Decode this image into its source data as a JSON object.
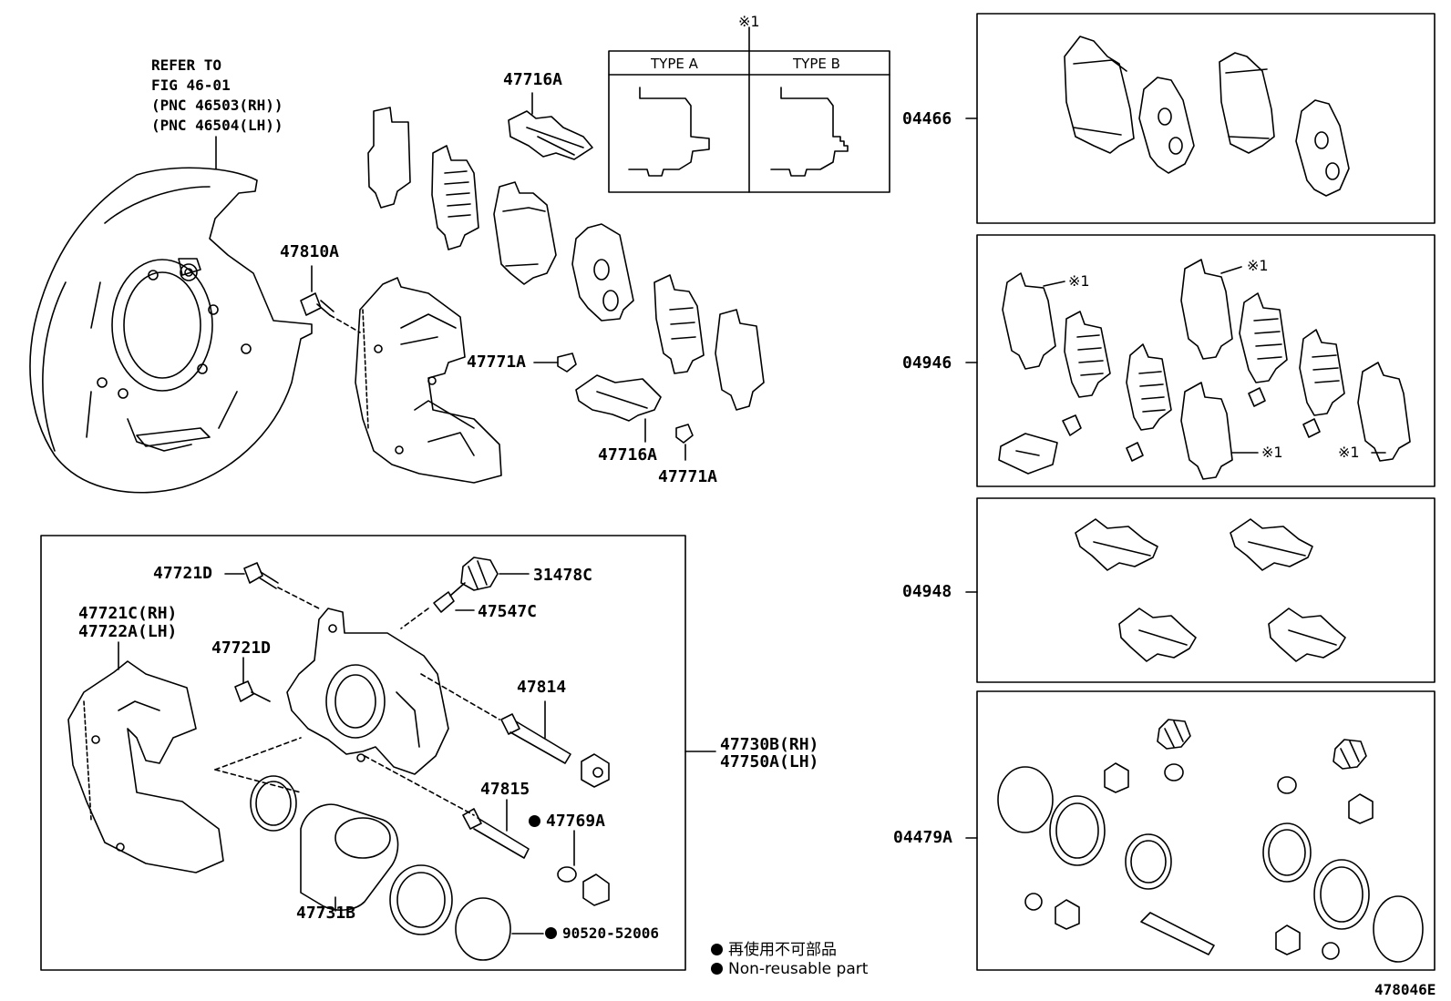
{
  "reference": {
    "line1": "REFER TO",
    "line2": "FIG 46-01",
    "line3": "(PNC 46503(RH))",
    "line4": "(PNC 46504(LH))"
  },
  "type_table": {
    "marker": "※1",
    "col_a": "TYPE A",
    "col_b": "TYPE B"
  },
  "labels": {
    "p47716A_top": "47716A",
    "p47810A": "47810A",
    "p47771A_left": "47771A",
    "p47716A_bottom": "47716A",
    "p47771A_bottom": "47771A",
    "p47721D_top": "47721D",
    "p31478C": "31478C",
    "p47547C": "47547C",
    "p47721C": "47721C(RH)",
    "p47722A": "47722A(LH)",
    "p47721D_mid": "47721D",
    "p47814": "47814",
    "p47730B": "47730B(RH)",
    "p47750A": "47750A(LH)",
    "p47815": "47815",
    "p47769A": "47769A",
    "p47731B": "47731B",
    "p90520": "90520-52006"
  },
  "kits": {
    "k04466": "04466",
    "k04946": "04946",
    "k04948": "04948",
    "k04479A": "04479A"
  },
  "kit_annotations": {
    "a1": "※1",
    "a2": "※1",
    "a3": "※1",
    "a4": "※1"
  },
  "legend": {
    "jp": "再使用不可部品",
    "en": "Non-reusable part"
  },
  "figure_code": "478046E"
}
